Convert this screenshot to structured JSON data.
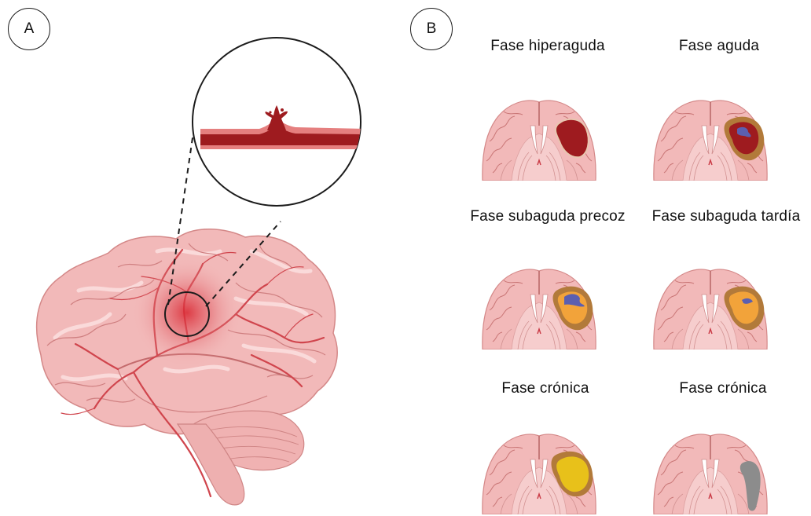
{
  "panels": {
    "a": {
      "label": "A"
    },
    "b": {
      "label": "B"
    }
  },
  "stages": [
    {
      "label": "Fase hiperaguda"
    },
    {
      "label": "Fase aguda"
    },
    {
      "label": "Fase subaguda precoz"
    },
    {
      "label": "Fase subaguda tardía"
    },
    {
      "label": "Fase crónica"
    },
    {
      "label": "Fase crónica"
    }
  ],
  "colors": {
    "brain_fill": "#f2b9b9",
    "brain_stroke": "#d98a8a",
    "vessel": "#d0454d",
    "hematoma_dark": "#9e1b1f",
    "rim_brown": "#b27a3a",
    "deoxy_blue": "#5b5fb0",
    "subacute_orange": "#f2a33a",
    "chronic_yellow": "#e8c11a",
    "chronic_gray": "#8c8c8c"
  }
}
